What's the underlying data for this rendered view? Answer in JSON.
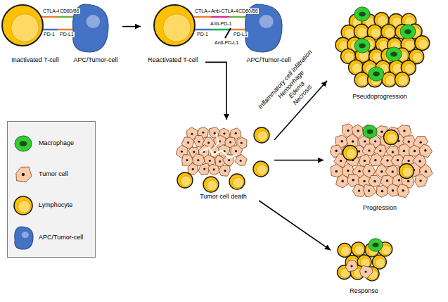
{
  "diagram": {
    "nodes": [
      {
        "text": [
          "Inactivated T-cell"
        ]
      },
      {
        "text": [
          "APC/Tumor-cell"
        ]
      },
      {
        "text": [
          "Reactivated T-cell"
        ]
      },
      {
        "text": [
          "APC/Tumor-cell"
        ]
      },
      {
        "text": [
          "Tumor cell death"
        ]
      },
      {
        "text": [
          "Pseudoprogression"
        ]
      },
      {
        "text": [
          "Progression"
        ]
      },
      {
        "text": [
          "Response"
        ]
      }
    ],
    "edges": [
      {
        "from": 1,
        "to": 2,
        "arrow": "to"
      },
      {
        "from": 2,
        "to": 4,
        "arrow": "to"
      },
      {
        "from": 4,
        "to": 5,
        "arrow": "to"
      },
      {
        "from": 4,
        "to": 6,
        "arrow": "to"
      },
      {
        "from": 4,
        "to": 7,
        "arrow": "to"
      }
    ],
    "labels": [
      "CTLA-4",
      "CD80/86",
      "PD-1",
      "PD-L1",
      "CTLA-4",
      "Anti-CTLA-4",
      "CD80/86",
      "PD-1",
      "Anti-PD-1",
      "PD-L1",
      "Anti-PD-L1",
      "Inflammatory cell infiltration",
      "Hemorrhage",
      "Edema",
      "Necrosis"
    ],
    "legend": [
      {
        "text": "Macrophage",
        "color": "#33cc33"
      },
      {
        "text": "Tumor cell",
        "color": "#f8cbad"
      },
      {
        "text": "Lymphocyte",
        "color": "#ffc000"
      },
      {
        "text": "APC/Tumor-cell",
        "color": "#4472c4"
      }
    ]
  }
}
